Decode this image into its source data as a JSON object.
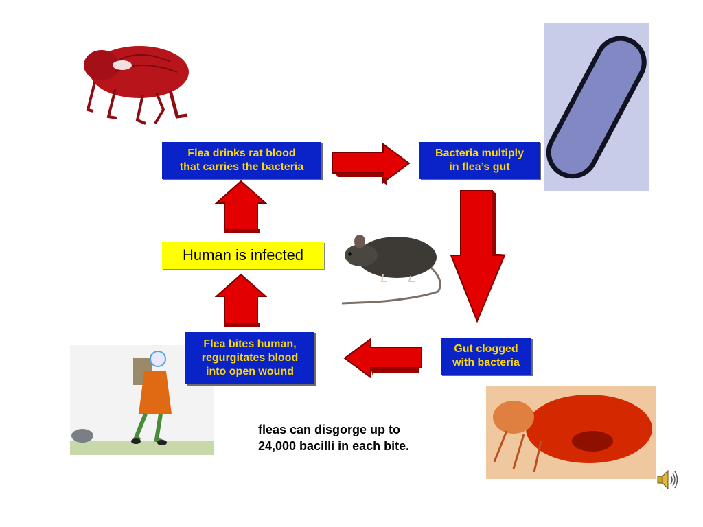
{
  "cycle": {
    "step1": "Flea drinks rat blood\nthat carries the bacteria",
    "step2": "Bacteria multiply\nin flea’s gut",
    "step3": "Gut clogged\nwith bacteria",
    "step4": "Flea bites human,\nregurgitates blood\ninto open wound",
    "step5": "Human is infected"
  },
  "caption": "fleas can disgorge up to\n24,000 bacilli in each bite.",
  "colors": {
    "box_bg": "#0a23c8",
    "box_text": "#ffd800",
    "highlight_bg": "#ffff00",
    "arrow_red": "#e30000"
  },
  "icons": {
    "speaker": "speaker-icon"
  }
}
